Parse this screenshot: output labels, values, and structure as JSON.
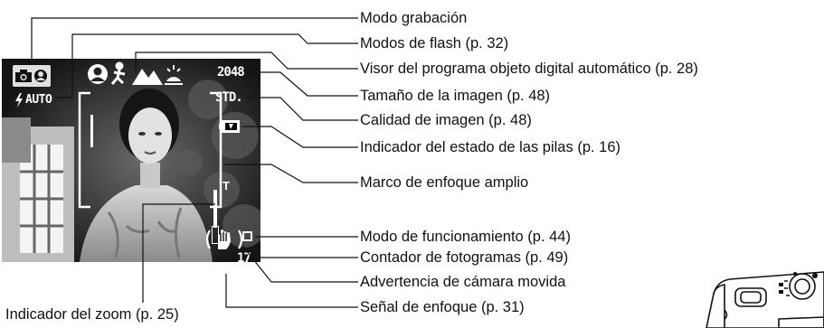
{
  "screen": {
    "overlay": {
      "flash_mode": "AUTO",
      "image_size": "2048",
      "image_quality": "STD.",
      "zoom_tele": "T",
      "frame_counter": "17"
    }
  },
  "callouts": [
    {
      "id": "recording-mode",
      "text": "Modo grabación"
    },
    {
      "id": "flash-modes",
      "text": "Modos de flash (p. 32)"
    },
    {
      "id": "subject-program",
      "text": "Visor del programa objeto digital automático (p. 28)"
    },
    {
      "id": "image-size",
      "text": "Tamaño de la imagen (p. 48)"
    },
    {
      "id": "image-quality",
      "text": "Calidad de imagen (p. 48)"
    },
    {
      "id": "battery-indicator",
      "text": "Indicador del estado de las pilas (p. 16)"
    },
    {
      "id": "focus-frame",
      "text": "Marco de enfoque amplio"
    },
    {
      "id": "drive-mode",
      "text": "Modo de funcionamiento (p. 44)"
    },
    {
      "id": "frame-counter",
      "text": "Contador de fotogramas (p. 49)"
    },
    {
      "id": "shake-warning",
      "text": "Advertencia de cámara movida"
    },
    {
      "id": "focus-signal",
      "text": "Señal de enfoque (p. 31)"
    },
    {
      "id": "zoom-indicator",
      "text": "Indicador del zoom (p. 25)"
    }
  ],
  "colors": {
    "screen_bg": "#000000",
    "osd": "#ffffff",
    "text": "#111111",
    "leader": "#111111",
    "recording_mode_bg": "#e0e0e0"
  }
}
